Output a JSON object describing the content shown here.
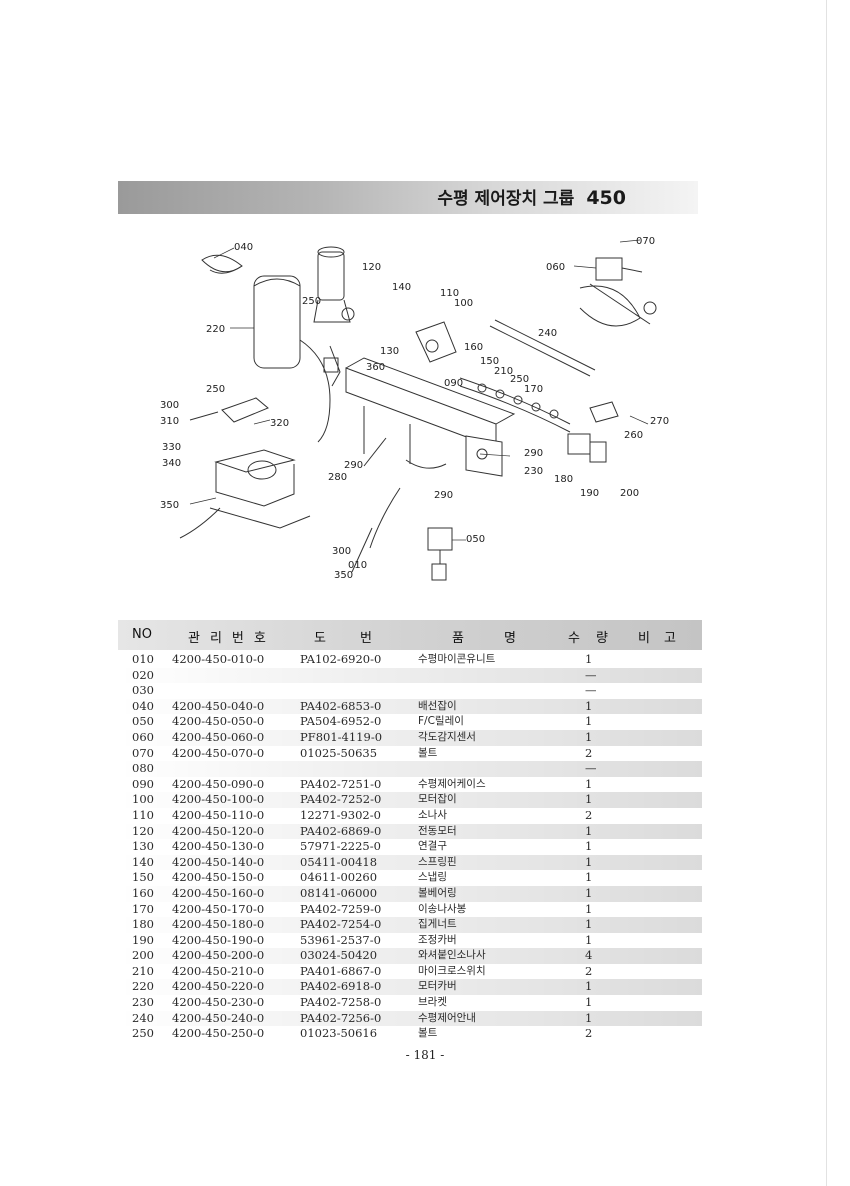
{
  "header": {
    "title": "수평 제어장치 그룹",
    "group_code": "450"
  },
  "diagram": {
    "callouts": [
      "040",
      "120",
      "250",
      "140",
      "110",
      "100",
      "220",
      "130",
      "360",
      "160",
      "150",
      "210",
      "250",
      "090",
      "170",
      "240",
      "060",
      "070",
      "300",
      "310",
      "320",
      "330",
      "340",
      "280",
      "290",
      "270",
      "260",
      "290",
      "230",
      "180",
      "190",
      "200",
      "350",
      "290",
      "050",
      "300",
      "350",
      "010"
    ]
  },
  "table": {
    "headers": {
      "no": "NO",
      "mgmt": "관리번호",
      "drawing": "도번",
      "name": "품명",
      "qty": "수량",
      "note": "비고"
    },
    "rows": [
      {
        "no": "010",
        "mgmt": "4200-450-010-0",
        "drawing": "PA102-6920-0",
        "name": "수평마이콘유니트",
        "qty": "1"
      },
      {
        "no": "020",
        "mgmt": "",
        "drawing": "",
        "name": "",
        "qty": "—"
      },
      {
        "no": "030",
        "mgmt": "",
        "drawing": "",
        "name": "",
        "qty": "—"
      },
      {
        "no": "040",
        "mgmt": "4200-450-040-0",
        "drawing": "PA402-6853-0",
        "name": "배선잡이",
        "qty": "1"
      },
      {
        "no": "050",
        "mgmt": "4200-450-050-0",
        "drawing": "PA504-6952-0",
        "name": "F/C릴레이",
        "qty": "1"
      },
      {
        "no": "060",
        "mgmt": "4200-450-060-0",
        "drawing": "PF801-4119-0",
        "name": "각도감지센서",
        "qty": "1"
      },
      {
        "no": "070",
        "mgmt": "4200-450-070-0",
        "drawing": "01025-50635",
        "name": "볼트",
        "qty": "2"
      },
      {
        "no": "080",
        "mgmt": "",
        "drawing": "",
        "name": "",
        "qty": "—"
      },
      {
        "no": "090",
        "mgmt": "4200-450-090-0",
        "drawing": "PA402-7251-0",
        "name": "수평제어케이스",
        "qty": "1"
      },
      {
        "no": "100",
        "mgmt": "4200-450-100-0",
        "drawing": "PA402-7252-0",
        "name": "모터잡이",
        "qty": "1"
      },
      {
        "no": "110",
        "mgmt": "4200-450-110-0",
        "drawing": "12271-9302-0",
        "name": "소나사",
        "qty": "2"
      },
      {
        "no": "120",
        "mgmt": "4200-450-120-0",
        "drawing": "PA402-6869-0",
        "name": "전동모터",
        "qty": "1"
      },
      {
        "no": "130",
        "mgmt": "4200-450-130-0",
        "drawing": "57971-2225-0",
        "name": "연결구",
        "qty": "1"
      },
      {
        "no": "140",
        "mgmt": "4200-450-140-0",
        "drawing": "05411-00418",
        "name": "스프링핀",
        "qty": "1"
      },
      {
        "no": "150",
        "mgmt": "4200-450-150-0",
        "drawing": "04611-00260",
        "name": "스냅링",
        "qty": "1"
      },
      {
        "no": "160",
        "mgmt": "4200-450-160-0",
        "drawing": "08141-06000",
        "name": "볼베어링",
        "qty": "1"
      },
      {
        "no": "170",
        "mgmt": "4200-450-170-0",
        "drawing": "PA402-7259-0",
        "name": "이송나사봉",
        "qty": "1"
      },
      {
        "no": "180",
        "mgmt": "4200-450-180-0",
        "drawing": "PA402-7254-0",
        "name": "집게너트",
        "qty": "1"
      },
      {
        "no": "190",
        "mgmt": "4200-450-190-0",
        "drawing": "53961-2537-0",
        "name": "조정카버",
        "qty": "1"
      },
      {
        "no": "200",
        "mgmt": "4200-450-200-0",
        "drawing": "03024-50420",
        "name": "와셔붙인소나사",
        "qty": "4"
      },
      {
        "no": "210",
        "mgmt": "4200-450-210-0",
        "drawing": "PA401-6867-0",
        "name": "마이크로스위치",
        "qty": "2"
      },
      {
        "no": "220",
        "mgmt": "4200-450-220-0",
        "drawing": "PA402-6918-0",
        "name": "모터카버",
        "qty": "1"
      },
      {
        "no": "230",
        "mgmt": "4200-450-230-0",
        "drawing": "PA402-7258-0",
        "name": "브라켓",
        "qty": "1"
      },
      {
        "no": "240",
        "mgmt": "4200-450-240-0",
        "drawing": "PA402-7256-0",
        "name": "수평제어안내",
        "qty": "1"
      },
      {
        "no": "250",
        "mgmt": "4200-450-250-0",
        "drawing": "01023-50616",
        "name": "볼트",
        "qty": "2"
      }
    ]
  },
  "footer": {
    "page_number": "- 181 -"
  }
}
